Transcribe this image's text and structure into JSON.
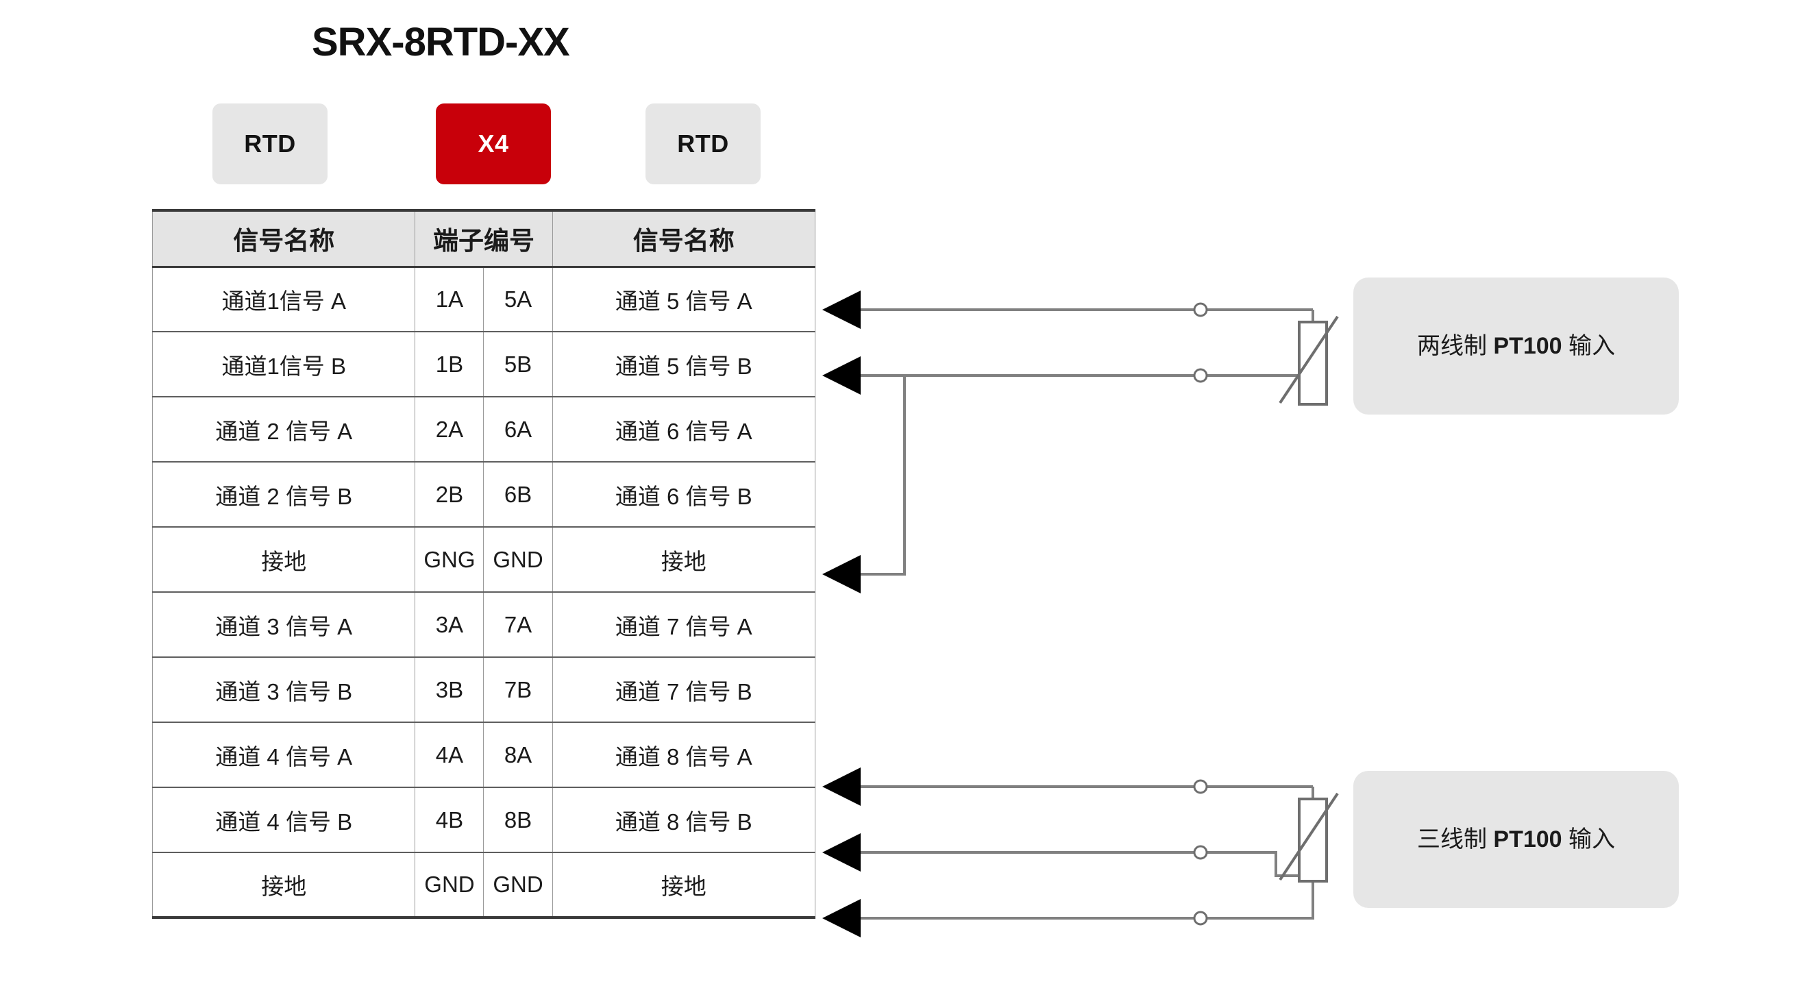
{
  "title": "SRX-8RTD-XX",
  "badges": [
    {
      "label": "RTD",
      "style": "grey"
    },
    {
      "label": "X4",
      "style": "red"
    },
    {
      "label": "RTD",
      "style": "grey"
    }
  ],
  "colors": {
    "badge_red": "#c8000a",
    "badge_grey": "#e6e6e6",
    "callout_grey": "#e6e6e6",
    "header_grey": "#e4e4e4",
    "wire": "#808080",
    "arrow": "#000000",
    "background": "#ffffff"
  },
  "table": {
    "headers": {
      "signal_left": "信号名称",
      "terminal": "端子编号",
      "signal_right": "信号名称"
    },
    "rows": [
      {
        "signal_left": "通道1信号 A",
        "term_left": "1A",
        "term_right": "5A",
        "signal_right": "通道 5 信号 A"
      },
      {
        "signal_left": "通道1信号 B",
        "term_left": "1B",
        "term_right": "5B",
        "signal_right": "通道 5 信号 B"
      },
      {
        "signal_left": "通道 2 信号 A",
        "term_left": "2A",
        "term_right": "6A",
        "signal_right": "通道 6 信号 A"
      },
      {
        "signal_left": "通道 2 信号 B",
        "term_left": "2B",
        "term_right": "6B",
        "signal_right": "通道 6 信号 B"
      },
      {
        "signal_left": "接地",
        "term_left": "GNG",
        "term_right": "GND",
        "signal_right": "接地"
      },
      {
        "signal_left": "通道 3 信号 A",
        "term_left": "3A",
        "term_right": "7A",
        "signal_right": "通道 7 信号 A"
      },
      {
        "signal_left": "通道 3 信号 B",
        "term_left": "3B",
        "term_right": "7B",
        "signal_right": "通道 7 信号 B"
      },
      {
        "signal_left": "通道 4 信号 A",
        "term_left": "4A",
        "term_right": "8A",
        "signal_right": "通道 8 信号 A"
      },
      {
        "signal_left": "通道 4 信号 B",
        "term_left": "4B",
        "term_right": "8B",
        "signal_right": "通道 8 信号 B"
      },
      {
        "signal_left": "接地",
        "term_left": "GND",
        "term_right": "GND",
        "signal_right": "接地"
      }
    ]
  },
  "callouts": {
    "two_wire": {
      "prefix": "两线制 ",
      "emphasis": "PT100",
      "suffix": " 输入"
    },
    "three_wire": {
      "prefix": "三线制 ",
      "emphasis": "PT100",
      "suffix": " 输入"
    }
  },
  "circuit": {
    "two_wire_connections": [
      "5A",
      "5B",
      "GND"
    ],
    "three_wire_connections": [
      "8A",
      "8B",
      "GND"
    ],
    "sensor_symbol": "rtd-resistor"
  }
}
